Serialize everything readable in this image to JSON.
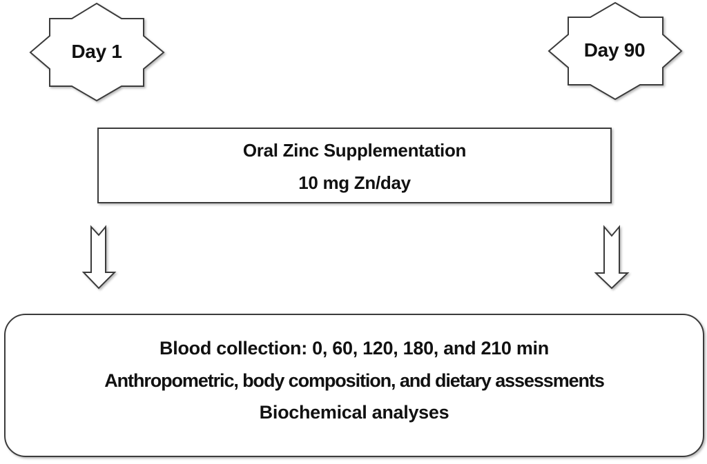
{
  "diagram": {
    "start_marker": {
      "label": "Day 1",
      "shape": "8-point-star"
    },
    "end_marker": {
      "label": "Day 90",
      "shape": "8-point-star"
    },
    "intervention": {
      "title": "Oral Zinc Supplementation",
      "dose": "10 mg Zn/day",
      "shape": "rectangle"
    },
    "arrows": [
      {
        "direction": "down",
        "style": "notched-block-arrow",
        "position": "left"
      },
      {
        "direction": "down",
        "style": "notched-block-arrow",
        "position": "right"
      }
    ],
    "assessments": {
      "shape": "rounded-rectangle",
      "lines": [
        "Blood collection: 0, 60, 120, 180, and 210 min",
        "Anthropometric, body composition, and dietary assessments",
        "Biochemical analyses"
      ]
    },
    "colors": {
      "stroke": "#3a3a3a",
      "fill": "#ffffff",
      "text": "#111111",
      "background": "#ffffff"
    }
  }
}
